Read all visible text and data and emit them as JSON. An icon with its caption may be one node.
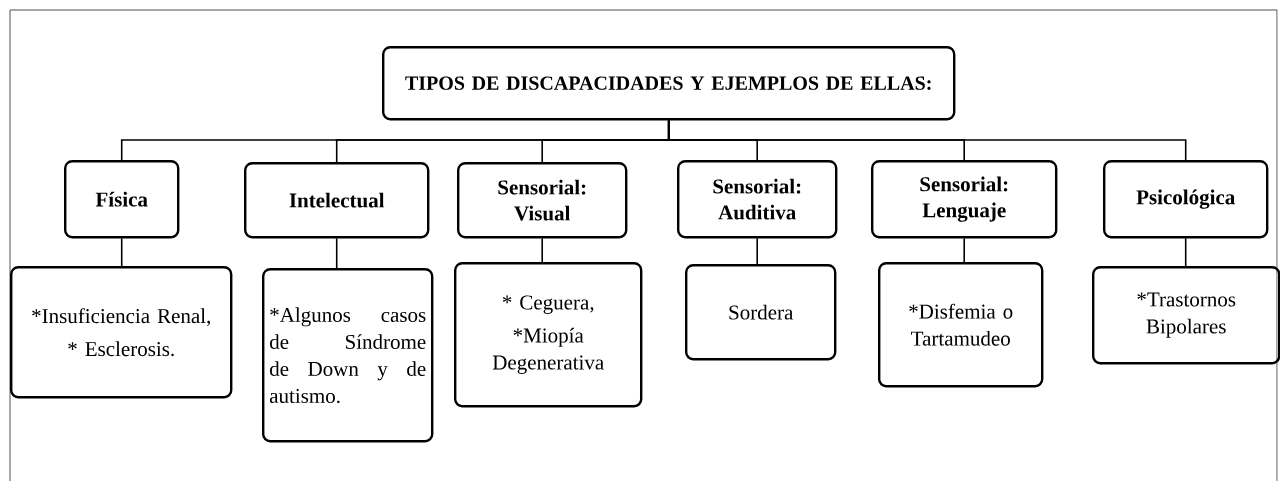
{
  "diagram": {
    "nodes": [
      {
        "text": [
          "TIPOS DE DISCAPACIDADES Y EJEMPLOS DE ELLAS:"
        ]
      },
      {
        "text": [
          "Física"
        ]
      },
      {
        "text": [
          "Intelectual"
        ]
      },
      {
        "text": [
          "Sensorial: Visual"
        ]
      },
      {
        "text": [
          "Sensorial: Auditiva"
        ]
      },
      {
        "text": [
          "Sensorial: Lenguaje"
        ]
      },
      {
        "text": [
          "Psicológica"
        ]
      },
      {
        "text": [
          "*Insuficiencia Renal,",
          "* Esclerosis."
        ]
      },
      {
        "text": [
          "*Algunos casos de Síndrome de Down y de autismo."
        ]
      },
      {
        "text": [
          "* Ceguera,",
          "*Miopía Degenerativa"
        ]
      },
      {
        "text": [
          "Sordera"
        ]
      },
      {
        "text": [
          "*Disfemia o Tartamudeo"
        ]
      },
      {
        "text": [
          "*Trastornos Bipolares"
        ]
      }
    ],
    "edges": [
      {
        "from": 0,
        "to": 1,
        "arrow": "none"
      },
      {
        "from": 0,
        "to": 2,
        "arrow": "none"
      },
      {
        "from": 0,
        "to": 3,
        "arrow": "none"
      },
      {
        "from": 0,
        "to": 4,
        "arrow": "none"
      },
      {
        "from": 0,
        "to": 5,
        "arrow": "none"
      },
      {
        "from": 0,
        "to": 6,
        "arrow": "none"
      },
      {
        "from": 1,
        "to": 7,
        "arrow": "none"
      },
      {
        "from": 2,
        "to": 8,
        "arrow": "none"
      },
      {
        "from": 3,
        "to": 9,
        "arrow": "none"
      },
      {
        "from": 4,
        "to": 10,
        "arrow": "none"
      },
      {
        "from": 5,
        "to": 11,
        "arrow": "none"
      },
      {
        "from": 6,
        "to": 12,
        "arrow": "none"
      }
    ]
  }
}
